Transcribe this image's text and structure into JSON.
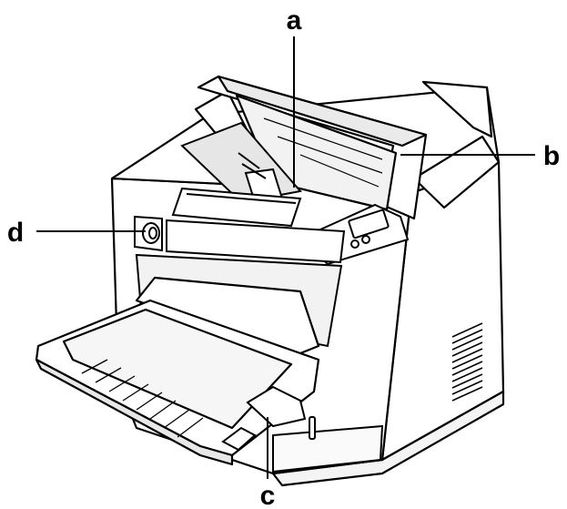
{
  "figure": {
    "subject": "laser printer",
    "callouts": {
      "a": "a",
      "b": "b",
      "c": "c",
      "d": "d"
    }
  }
}
